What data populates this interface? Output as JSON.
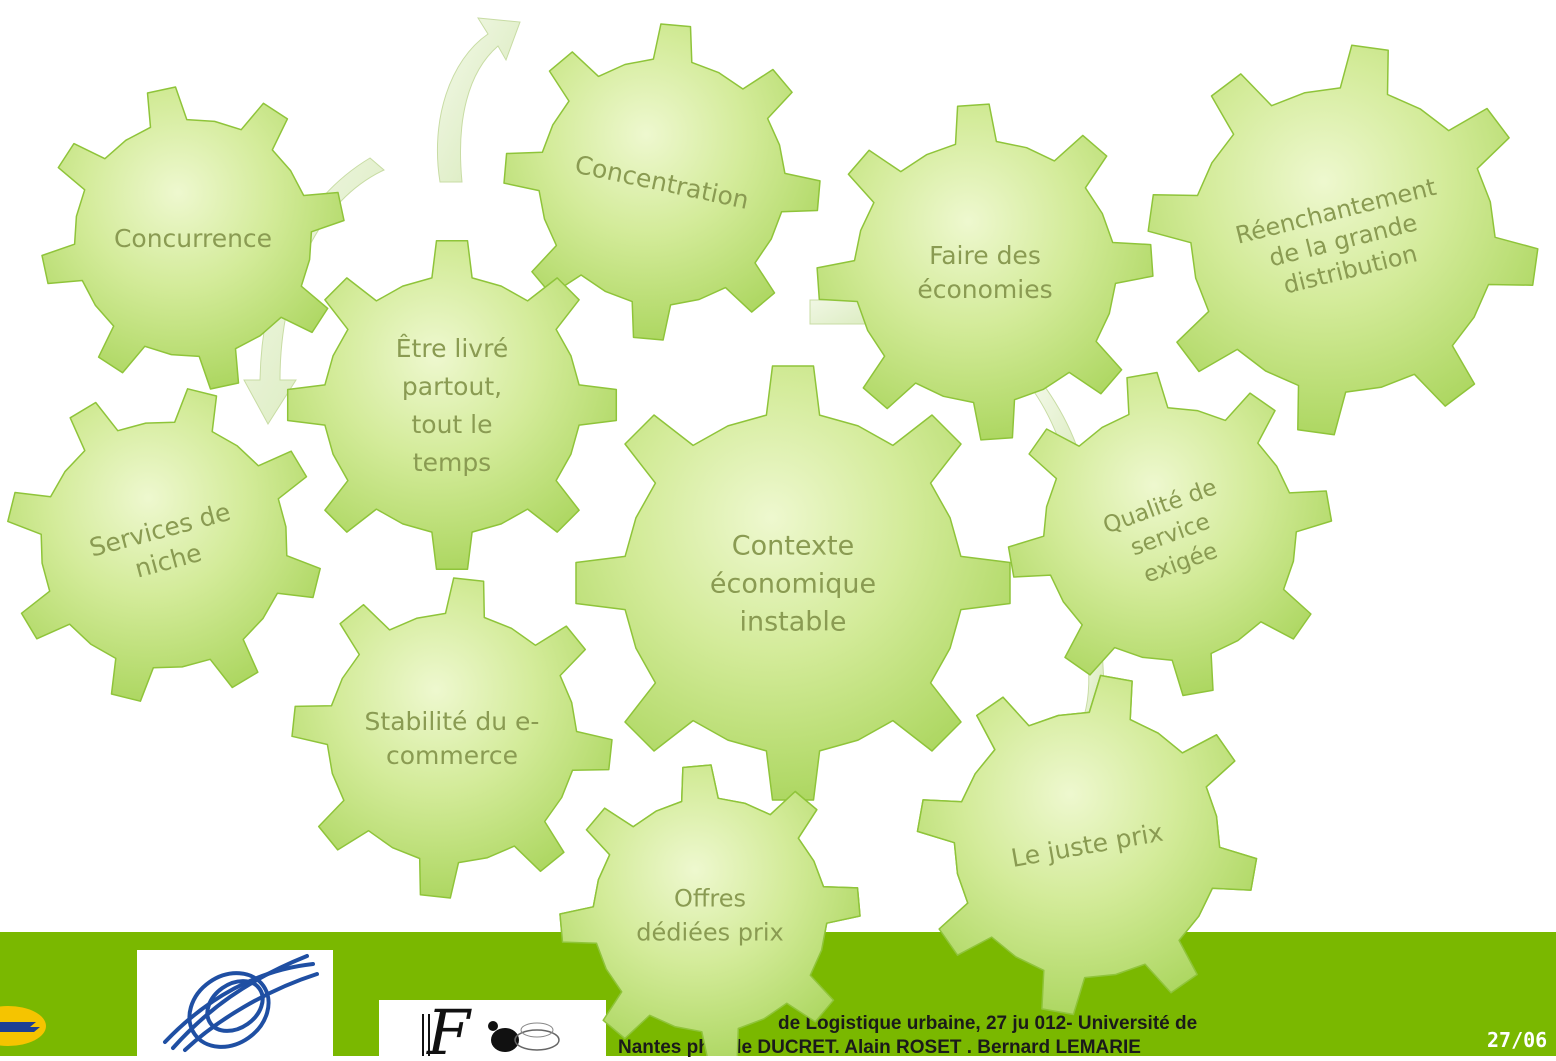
{
  "gears": [
    {
      "id": "concurrence",
      "lines": [
        "Concurrence"
      ]
    },
    {
      "id": "concentration",
      "lines": [
        "Concentration"
      ]
    },
    {
      "id": "faire-des-economies",
      "lines": [
        "Faire des",
        "économies"
      ]
    },
    {
      "id": "reenchantement",
      "lines": [
        "Réenchantement",
        "de la grande",
        "distribution"
      ]
    },
    {
      "id": "etre-livre",
      "lines": [
        "Être livré",
        "partout,",
        "tout le",
        "temps"
      ]
    },
    {
      "id": "services-de-niche",
      "lines": [
        "Services de",
        "niche"
      ]
    },
    {
      "id": "contexte",
      "lines": [
        "Contexte",
        "économique",
        "instable"
      ]
    },
    {
      "id": "qualite",
      "lines": [
        "Qualité de",
        "service",
        "exigée"
      ]
    },
    {
      "id": "stabilite",
      "lines": [
        "Stabilité du e-",
        "commerce"
      ]
    },
    {
      "id": "offres",
      "lines": [
        "Offres",
        "dédiées prix"
      ]
    },
    {
      "id": "juste-prix",
      "lines": [
        "Le juste prix"
      ]
    }
  ],
  "colors": {
    "gear_fill": "#cfe890",
    "gear_edge": "#8fc43a",
    "label": "#8a9b52",
    "footer": "#7ab800",
    "arrow": "#e6f2cf"
  },
  "footer": {
    "line1": "de Logistique urbaine, 27 ju    012- Université de",
    "line2": "Nantes    phaëlle DUCRET. Alain ROSET . Bernard LEMARIE",
    "page_number": "27/06",
    "logos": [
      "la-poste-logo",
      "institution-logo",
      "lab-logo"
    ]
  }
}
